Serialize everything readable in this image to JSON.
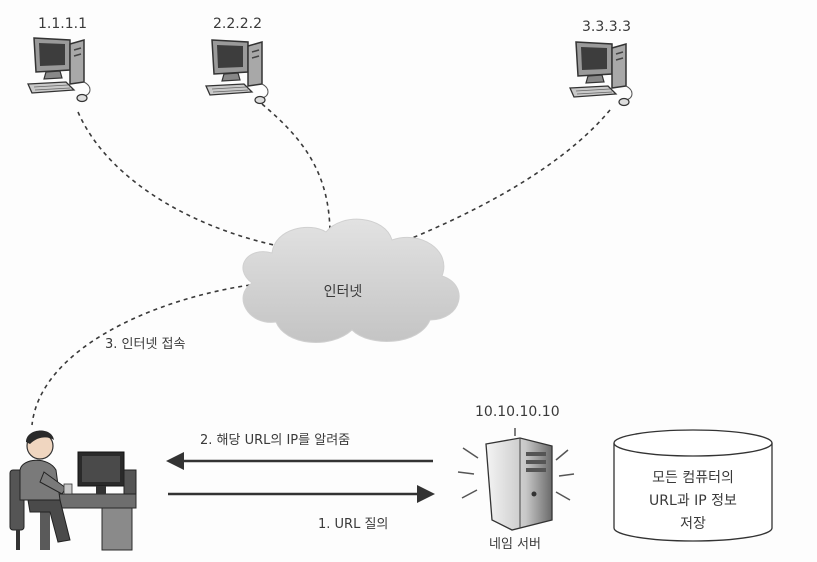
{
  "computers": [
    {
      "ip": "1.1.1.1"
    },
    {
      "ip": "2.2.2.2"
    },
    {
      "ip": "3.3.3.3"
    }
  ],
  "internet": {
    "label": "인터넷"
  },
  "steps": {
    "step1": "1. URL 질의",
    "step2": "2. 해당 URL의 IP를 알려줌",
    "step3": "3. 인터넷 접속"
  },
  "name_server": {
    "ip": "10.10.10.10",
    "label": "네임 서버"
  },
  "database": {
    "line1": "모든 컴퓨터의",
    "line2": "URL과 IP 정보",
    "line3": "저장"
  }
}
